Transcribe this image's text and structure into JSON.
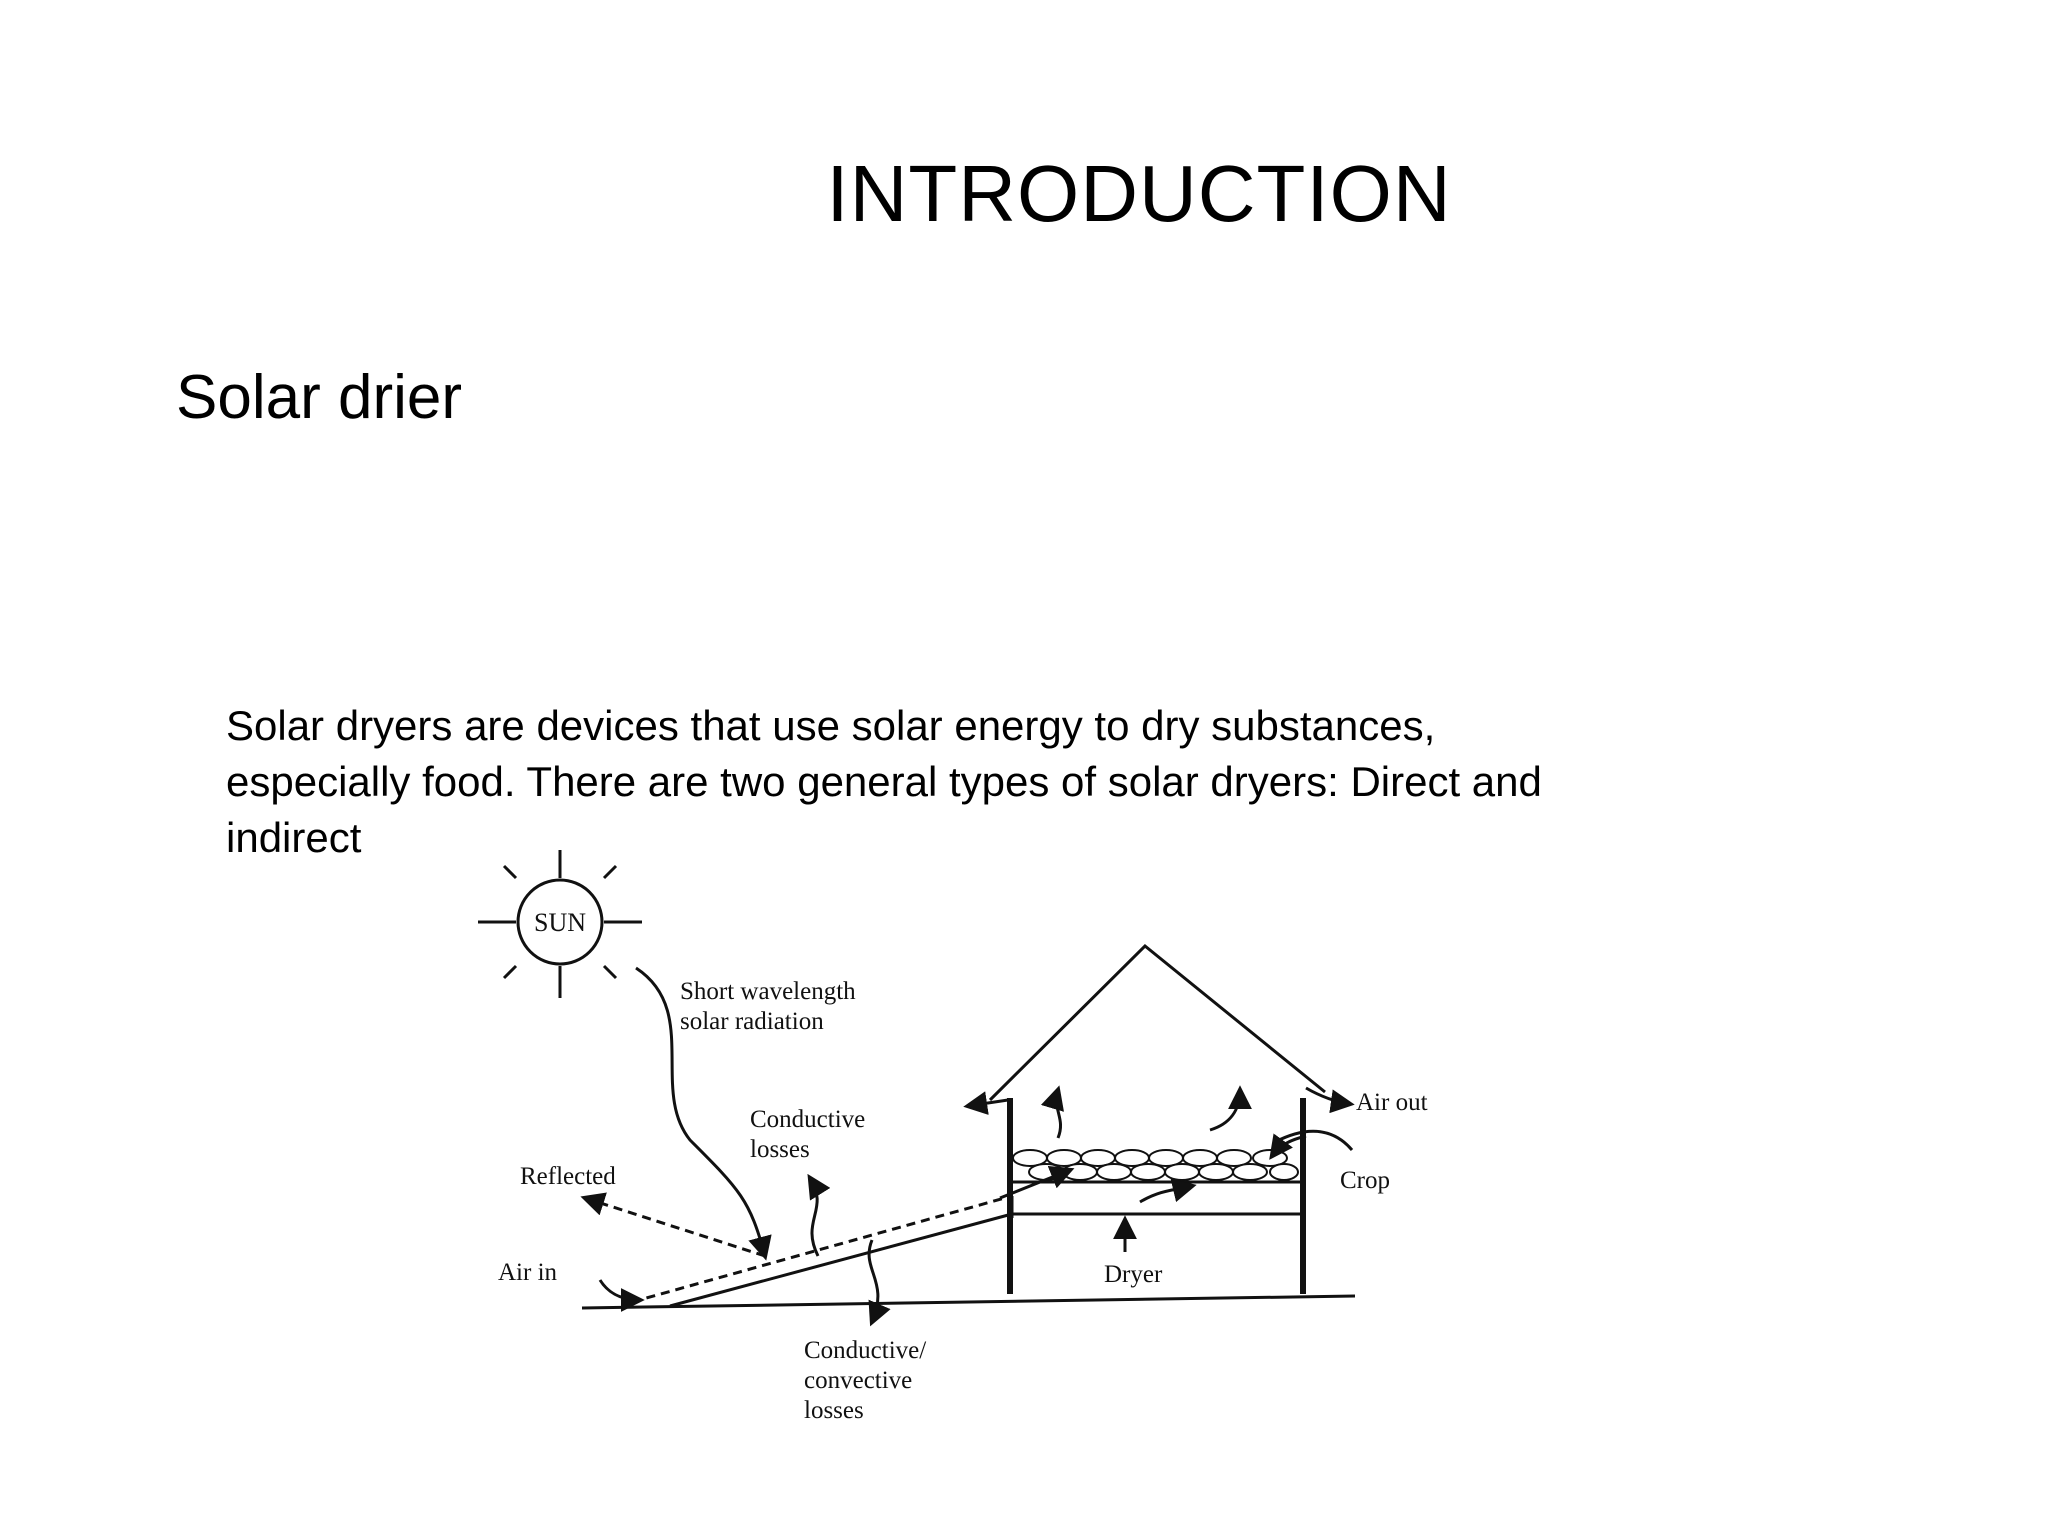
{
  "slide": {
    "title": "INTRODUCTION",
    "subtitle": "Solar drier",
    "body": "Solar dryers are devices that use solar energy to dry substances, especially food. There are two general types of solar dryers: Direct and indirect"
  },
  "diagram": {
    "labels": {
      "sun": "SUN",
      "radiation_line1": "Short wavelength",
      "radiation_line2": "solar radiation",
      "conductive_losses_line1": "Conductive",
      "conductive_losses_line2": "losses",
      "reflected": "Reflected",
      "air_in": "Air in",
      "air_out": "Air out",
      "crop": "Crop",
      "dryer": "Dryer",
      "conv_losses_line1": "Conductive/",
      "conv_losses_line2": "convective",
      "conv_losses_line3": "losses"
    }
  }
}
